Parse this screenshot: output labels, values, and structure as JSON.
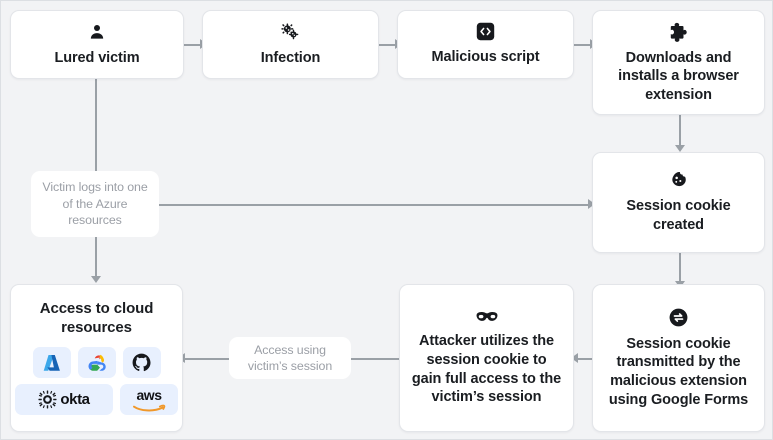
{
  "diagram": {
    "title": "Browser extension session cookie attack chain",
    "background_color": "#f2f3f5",
    "connector_color": "#9aa0a6",
    "node_text_color": "#1a1d21",
    "label_text_color": "#9b9fa6",
    "chip_background": "#e8f0fe"
  },
  "nodes": [
    {
      "id": "lured-victim",
      "label": "Lured victim",
      "icon": "person-icon"
    },
    {
      "id": "infection",
      "label": "Infection",
      "icon": "bacteria-icon"
    },
    {
      "id": "malicious-script",
      "label": "Malicious script",
      "icon": "code-brackets-icon"
    },
    {
      "id": "browser-extension",
      "label": "Downloads and installs a browser extension",
      "icon": "puzzle-piece-icon"
    },
    {
      "id": "session-cookie-created",
      "label": "Session cookie created",
      "icon": "cookie-icon"
    },
    {
      "id": "cookie-transmitted",
      "label": "Session cookie transmitted by the malicious extension using Google Forms",
      "icon": "exchange-circle-icon"
    },
    {
      "id": "attacker-utilizes",
      "label": "Attacker utilizes the session cookie to gain full access to the victim’s session",
      "icon": "bandit-mask-icon"
    },
    {
      "id": "cloud-resources",
      "label": "Access to cloud resources",
      "icon": null
    }
  ],
  "edge_labels": [
    {
      "id": "azure-login",
      "label": "Victim logs into one of the Azure resources"
    },
    {
      "id": "access-session",
      "label": "Access using victim’s session"
    }
  ],
  "cloud_logos": [
    {
      "id": "azure",
      "name": "Azure",
      "type": "mark"
    },
    {
      "id": "google-cloud",
      "name": "Google Cloud",
      "type": "mark"
    },
    {
      "id": "github",
      "name": "GitHub",
      "type": "mark"
    },
    {
      "id": "okta",
      "name": "okta",
      "type": "wordmark",
      "text": "okta"
    },
    {
      "id": "aws",
      "name": "aws",
      "type": "wordmark",
      "text": "aws"
    }
  ]
}
